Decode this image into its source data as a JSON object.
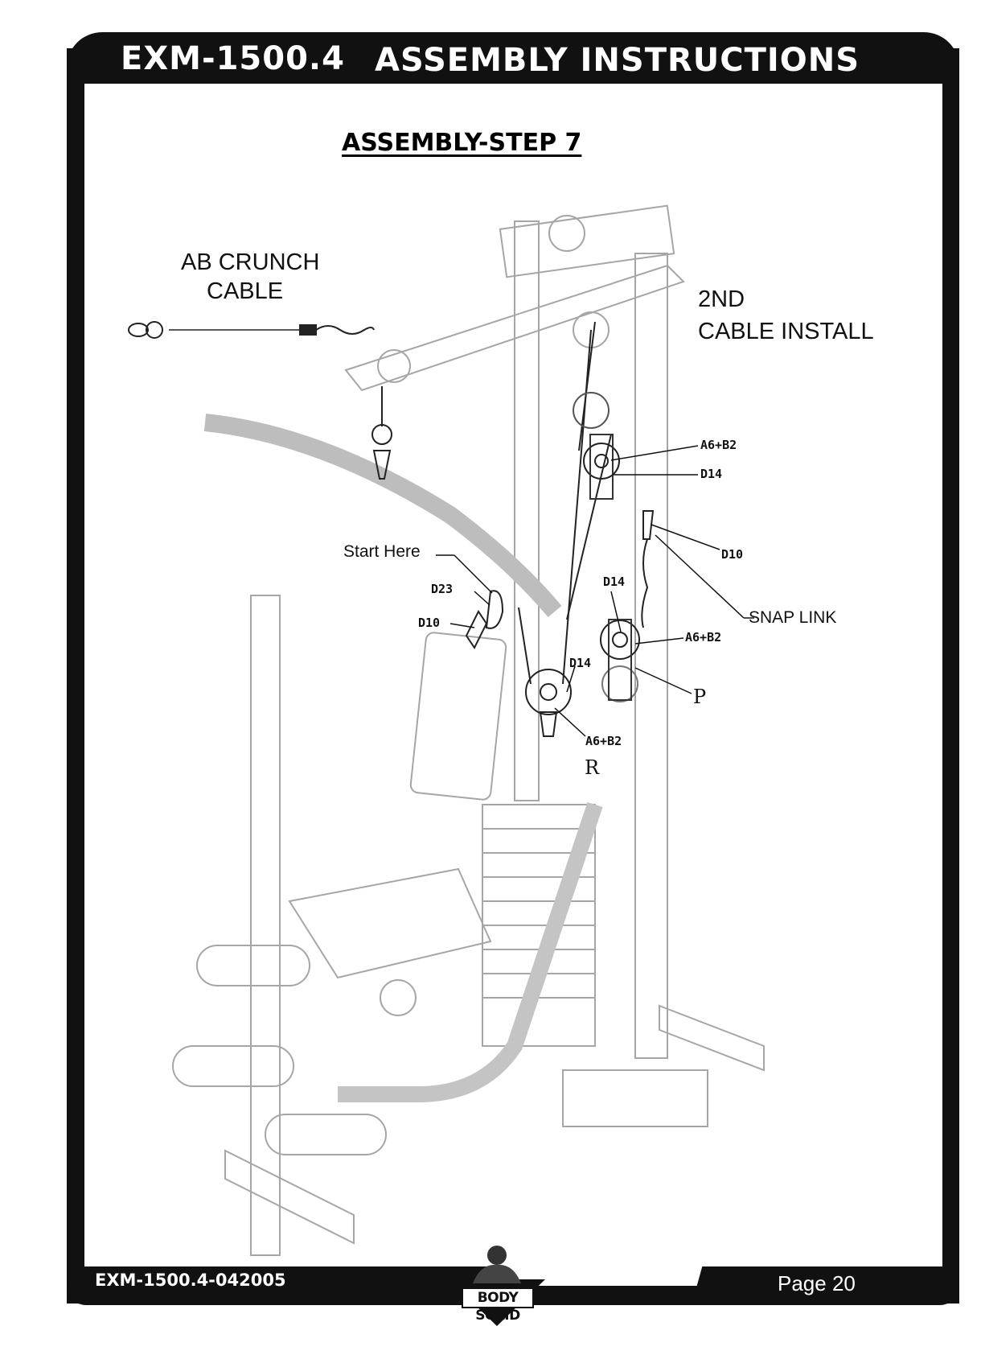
{
  "header": {
    "model": "EXM-1500.4",
    "title": "ASSEMBLY INSTRUCTIONS"
  },
  "step_title": "ASSEMBLY-STEP 7",
  "labels": {
    "ab_crunch_line1": "AB CRUNCH",
    "ab_crunch_line2": "CABLE",
    "second_cable_line1": "2ND",
    "second_cable_line2": "CABLE INSTALL",
    "start_here": "Start Here",
    "snap_link": "SNAP LINK"
  },
  "callouts": {
    "a6b2_top": "A6+B2",
    "d14_top": "D14",
    "d10_right": "D10",
    "d14_mid": "D14",
    "a6b2_mid": "A6+B2",
    "d14_low": "D14",
    "p": "P",
    "a6b2_low": "A6+B2",
    "r": "R",
    "d23": "D23",
    "d10_left": "D10"
  },
  "footer": {
    "code": "EXM-1500.4-042005",
    "page": "Page 20",
    "logo_text": "BODY SOLID"
  },
  "colors": {
    "frame": "#111111",
    "line_art": "#9a9a9a"
  }
}
